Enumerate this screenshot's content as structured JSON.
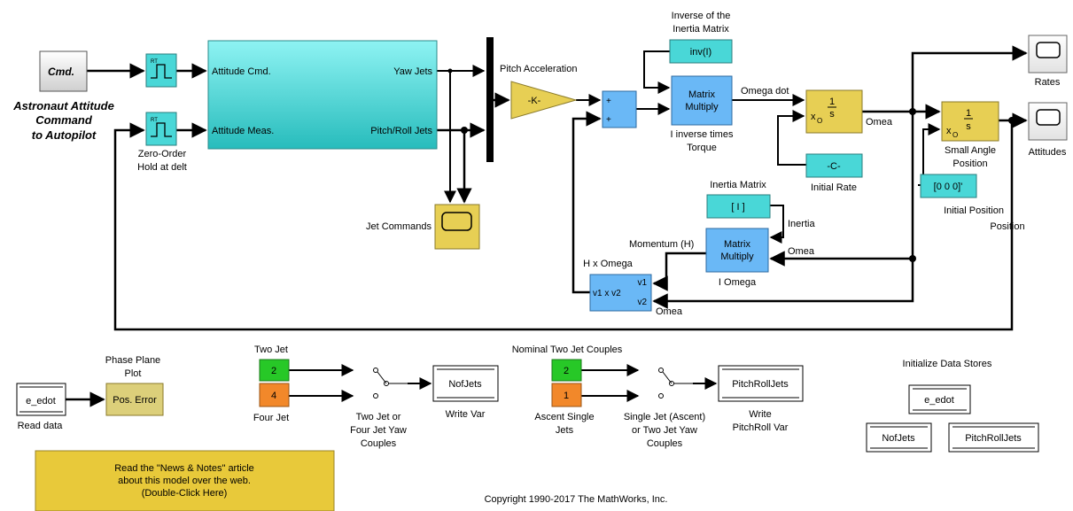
{
  "colors": {
    "cyan_block": "#49d7d7",
    "cyan_light": "#70e6e6",
    "subsystem_top": "#7ff0f0",
    "subsystem_bottom": "#2ec3c3",
    "blue_block": "#6ab8f6",
    "yellow_block": "#e7cf54",
    "olive_block": "#dccf7a",
    "green_const": "#27c827",
    "orange_const": "#f2882a",
    "scope_gray": "#ececec",
    "note_yellow": "#e8c93a"
  },
  "blocks": {
    "cmd": "Cmd.",
    "cmd_caption": [
      "Astronaut Attitude",
      "Command",
      "to Autopilot"
    ],
    "zoh_caption": [
      "Zero-Order",
      "Hold at delt"
    ],
    "zoh_tag": "RT",
    "autopilot": {
      "in1": "Attitude Cmd.",
      "in2": "Attitude Meas.",
      "out1": "Yaw Jets",
      "out2": "Pitch/Roll Jets"
    },
    "pitch_accel": "Pitch Acceleration",
    "gain": "-K-",
    "sum_signs": [
      "+",
      "+"
    ],
    "inv_caption": [
      "Inverse of the",
      "Inertia Matrix"
    ],
    "inv": "inv(I)",
    "matmul": [
      "Matrix",
      "Multiply"
    ],
    "matmul1_caption": [
      "I inverse times",
      "Torque"
    ],
    "omega_dot": "Omega dot",
    "integrator_x0": "x",
    "integrator_x0_sub": "O",
    "integrator_num": "1",
    "integrator_den": "s",
    "omea": "Omea",
    "initial_rate_val": "-C-",
    "initial_rate": "Initial Rate",
    "small_angle": [
      "Small Angle",
      "Position"
    ],
    "initial_pos_val": "[0 0 0]'",
    "initial_pos": "Initial Position",
    "position": "Position",
    "rates": "Rates",
    "attitudes": "Attitudes",
    "inertia_matrix": "Inertia Matrix",
    "inertia_val": "[ I ]",
    "inertia": "Inertia",
    "momentum": "Momentum (H)",
    "i_omega": "I Omega",
    "omea_wire": "Omea",
    "hxomega": "H x Omega",
    "cross_in1": "v1",
    "cross_in2": "v2",
    "cross_body": "v1 x v2",
    "omea_bottom": "Omea",
    "jet_commands": "Jet Commands"
  },
  "lower": {
    "read_data": "Read data",
    "e_edot": "e_edot",
    "phase_plane": [
      "Phase Plane",
      "Plot"
    ],
    "pos_error": "Pos. Error",
    "two_jet": "Two Jet",
    "const_2": "2",
    "const_4": "4",
    "four_jet": "Four Jet",
    "switch1": [
      "Two Jet or",
      "Four Jet Yaw",
      "Couples"
    ],
    "nofjets": "NofJets",
    "write_var": "Write Var",
    "nominal": "Nominal Two Jet Couples",
    "const_2b": "2",
    "const_1": "1",
    "ascent": [
      "Ascent Single",
      "Jets"
    ],
    "switch2": [
      "Single Jet (Ascent)",
      "or Two Jet Yaw",
      "Couples"
    ],
    "pitchrolljets": "PitchRollJets",
    "write_pr": [
      "Write",
      "PitchRoll Var"
    ],
    "init_stores": "Initialize Data Stores",
    "ds_eedot": "e_edot",
    "ds_nofjets": "NofJets",
    "ds_pitchroll": "PitchRollJets"
  },
  "note": [
    "Read the \"News & Notes\" article",
    "about this model over the web.",
    "(Double-Click Here)"
  ],
  "copyright": "Copyright 1990-2017 The MathWorks, Inc."
}
